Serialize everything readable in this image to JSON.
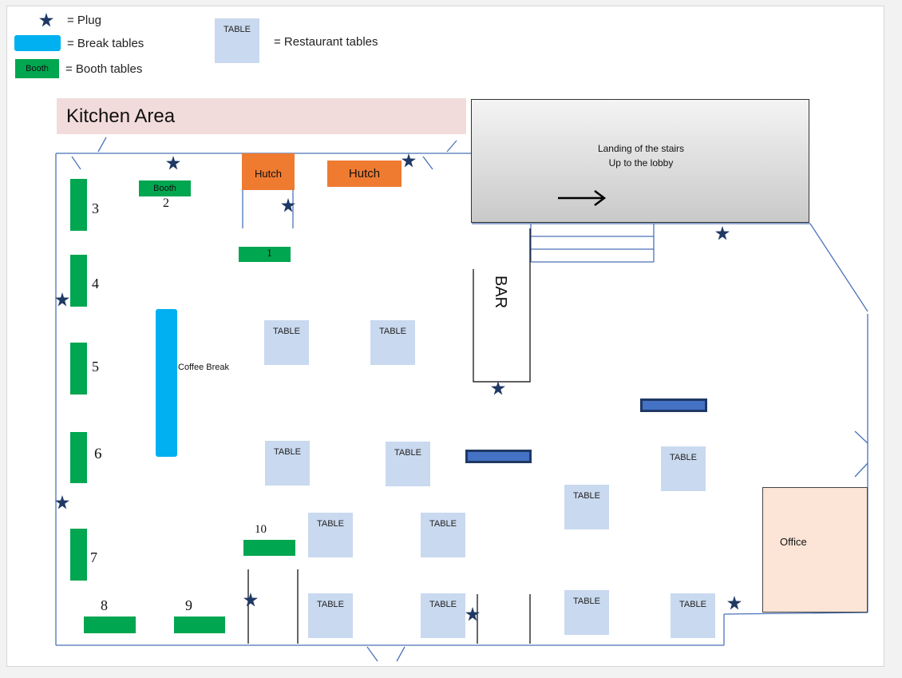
{
  "legend": {
    "plug": "= Plug",
    "break_tables": "= Break tables",
    "booth_label": "Booth",
    "booth_tables": "= Booth tables",
    "table_label": "TABLE",
    "restaurant_tables": "= Restaurant tables"
  },
  "kitchen": "Kitchen Area",
  "landing": {
    "line1": "Landing of the stairs",
    "line2": "Up to the lobby"
  },
  "hutches": [
    "Hutch",
    "Hutch"
  ],
  "booth2_label": "Booth",
  "booth_numbers": [
    "1",
    "2",
    "3",
    "4",
    "5",
    "6",
    "7",
    "8",
    "9",
    "10"
  ],
  "bar": "BAR",
  "coffee_break": "Coffee Break",
  "table_label": "TABLE",
  "office": "Office",
  "colors": {
    "booth": "#00a650",
    "break_table": "#00b0f0",
    "restaurant_table": "#c9d9ef",
    "hutch": "#ef7b31",
    "kitchen": "#f2dcdb",
    "office": "#fce4d6",
    "plug": "#1f3864",
    "wall": "#4a72b8"
  }
}
